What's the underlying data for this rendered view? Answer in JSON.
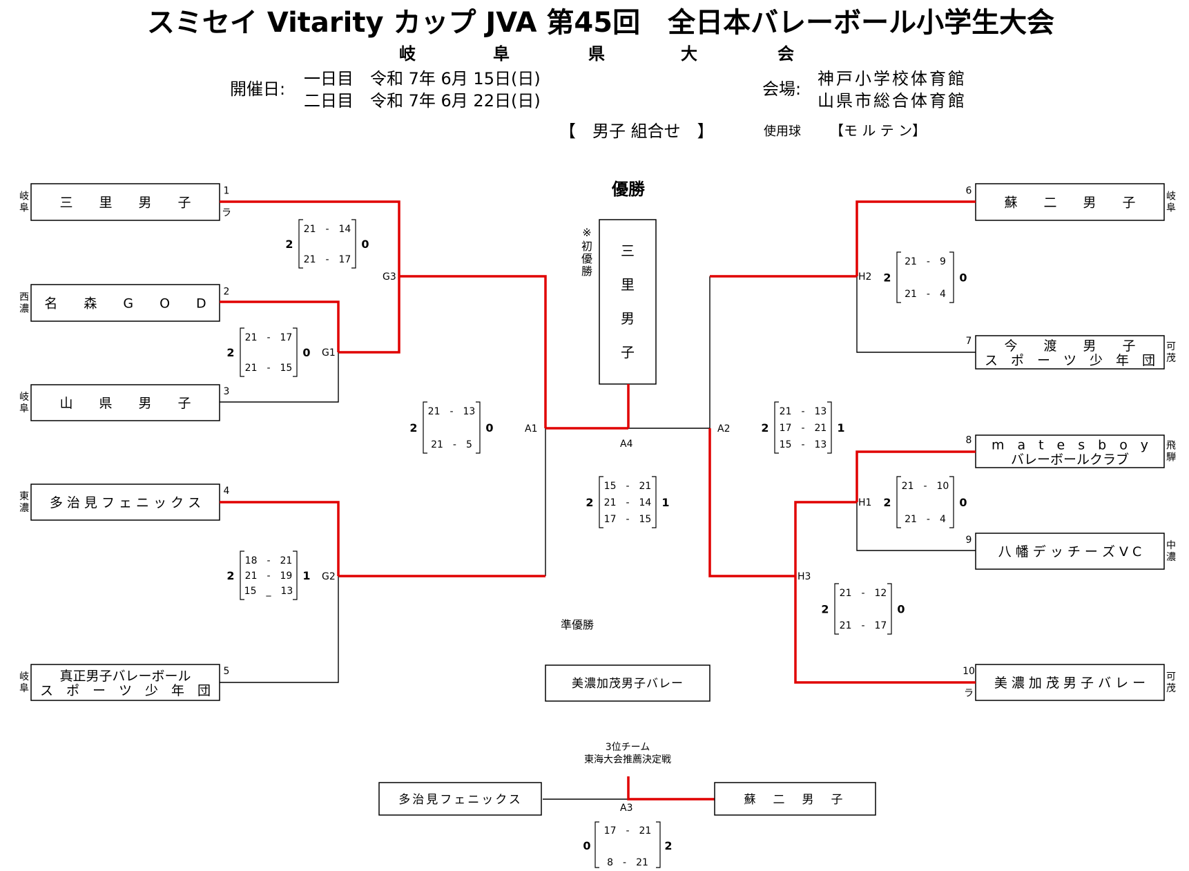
{
  "header": {
    "title": "スミセイ Vitarity カップ JVA 第45回　全日本バレーボール小学生大会",
    "subtitle_chars": [
      "岐",
      "阜",
      "県",
      "大",
      "会"
    ],
    "date_label": "開催日:",
    "date1": "一日目　令和 7年 6月 15日(日)",
    "date2": "二日目　令和 7年 6月 22日(日)",
    "venue_label": "会場:",
    "venue1": "神戸小学校体育館",
    "venue2": "山県市総合体育館",
    "bracket_label": "【　男子 組合せ　】",
    "ball_label": "使用球",
    "ball": "【モ ル テ ン】"
  },
  "champion": {
    "label": "優勝",
    "note": "※初優勝",
    "team_chars": [
      "三",
      "里",
      "男",
      "子"
    ]
  },
  "runner_up": {
    "label": "準優勝",
    "team": "美濃加茂男子バレー"
  },
  "third": {
    "label1": "3位チーム",
    "label2": "東海大会推薦決定戦",
    "left_team": "多治見フェニックス",
    "right_team": "蘇　二　男　子",
    "match": "A3",
    "left_sets": "0",
    "right_sets": "2",
    "scores": [
      "17　-　21",
      "8　-　21"
    ]
  },
  "teams": [
    {
      "seed": "1",
      "region": [
        "岐",
        "阜"
      ],
      "lines": [
        "三　　里　　男　　子"
      ],
      "mark": "ラ"
    },
    {
      "seed": "2",
      "region": [
        "西",
        "濃"
      ],
      "lines": [
        "名　　森　　G　　O　　D"
      ],
      "mark": ""
    },
    {
      "seed": "3",
      "region": [
        "岐",
        "阜"
      ],
      "lines": [
        "山　　県　　男　　子"
      ],
      "mark": ""
    },
    {
      "seed": "4",
      "region": [
        "東",
        "濃"
      ],
      "lines": [
        "多 治 見 フ ェ ニ ッ ク ス"
      ],
      "mark": ""
    },
    {
      "seed": "5",
      "region": [
        "岐",
        "阜"
      ],
      "lines": [
        "真正男子バレーボール",
        "ス　ポ　ー　ツ　少　年　団"
      ],
      "mark": ""
    },
    {
      "seed": "6",
      "region": [
        "岐",
        "阜"
      ],
      "lines": [
        "蘇　　二　　男　　子"
      ],
      "mark": ""
    },
    {
      "seed": "7",
      "region": [
        "可",
        "茂"
      ],
      "lines": [
        "今　　渡　　男　　子",
        "ス　ポ　ー　ツ　少　年　団"
      ],
      "mark": ""
    },
    {
      "seed": "8",
      "region": [
        "飛",
        "騨"
      ],
      "lines": [
        "m　a　t　e　s　b　o　y",
        "バレーボールクラブ"
      ],
      "mark": ""
    },
    {
      "seed": "9",
      "region": [
        "中",
        "濃"
      ],
      "lines": [
        "八 幡 デ ッ チ ー ズ V C"
      ],
      "mark": ""
    },
    {
      "seed": "10",
      "region": [
        "可",
        "茂"
      ],
      "lines": [
        "美 濃 加 茂 男 子 バ レ ー"
      ],
      "mark": "ラ"
    }
  ],
  "matches": [
    {
      "id": "G1",
      "left_sets": "2",
      "right_sets": "0",
      "scores": [
        "21　-　17",
        "21　-　15"
      ]
    },
    {
      "id": "G2",
      "left_sets": "2",
      "right_sets": "1",
      "scores": [
        "18　-　21",
        "21　-　19",
        "15　_　13"
      ]
    },
    {
      "id": "G3",
      "left_sets": "2",
      "right_sets": "0",
      "scores": [
        "21　-　14",
        "21　-　17"
      ]
    },
    {
      "id": "A1",
      "left_sets": "2",
      "right_sets": "0",
      "scores": [
        "21　-　13",
        "21　-　5"
      ]
    },
    {
      "id": "A4",
      "left_sets": "2",
      "right_sets": "1",
      "scores": [
        "15　-　21",
        "21　-　14",
        "17　-　15"
      ]
    },
    {
      "id": "A2",
      "left_sets": "2",
      "right_sets": "1",
      "scores": [
        "21　-　13",
        "17　-　21",
        "15　-　13"
      ]
    },
    {
      "id": "H1",
      "left_sets": "2",
      "right_sets": "0",
      "scores": [
        "21　-　10",
        "21　-　4"
      ]
    },
    {
      "id": "H2",
      "left_sets": "2",
      "right_sets": "0",
      "scores": [
        "21　-　9",
        "21　-　4"
      ]
    },
    {
      "id": "H3",
      "left_sets": "2",
      "right_sets": "0",
      "scores": [
        "21　-　12",
        "21　-　17"
      ]
    }
  ]
}
